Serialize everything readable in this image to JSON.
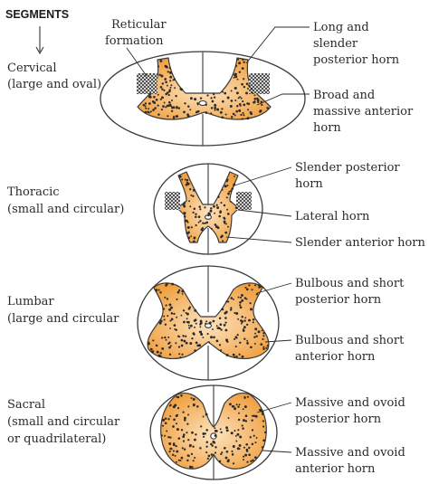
{
  "header": {
    "title": "SEGMENTS"
  },
  "colors": {
    "gray_matter": "#f0a040",
    "gray_matter_light": "#fde3bf",
    "outline": "#3a3a3a"
  },
  "rows": [
    {
      "segment": [
        "Cervical",
        "(large and oval)"
      ],
      "callouts": [
        {
          "lines": [
            "Reticular",
            "formation"
          ]
        },
        {
          "lines": [
            "Long and",
            "slender",
            "posterior horn"
          ]
        },
        {
          "lines": [
            "Broad and",
            "massive anterior",
            "horn"
          ]
        }
      ]
    },
    {
      "segment": [
        "Thoracic",
        "(small and circular)"
      ],
      "callouts": [
        {
          "lines": [
            "Slender posterior",
            "horn"
          ]
        },
        {
          "lines": [
            "Lateral horn"
          ]
        },
        {
          "lines": [
            "Slender anterior horn"
          ]
        }
      ]
    },
    {
      "segment": [
        "Lumbar",
        "(large and circular"
      ],
      "callouts": [
        {
          "lines": [
            "Bulbous and short",
            "posterior horn"
          ]
        },
        {
          "lines": [
            "Bulbous and short",
            "anterior horn"
          ]
        }
      ]
    },
    {
      "segment": [
        "Sacral",
        "(small and circular",
        "or quadrilateral)"
      ],
      "callouts": [
        {
          "lines": [
            "Massive and ovoid",
            "posterior horn"
          ]
        },
        {
          "lines": [
            "Massive and ovoid",
            "anterior horn"
          ]
        }
      ]
    }
  ]
}
